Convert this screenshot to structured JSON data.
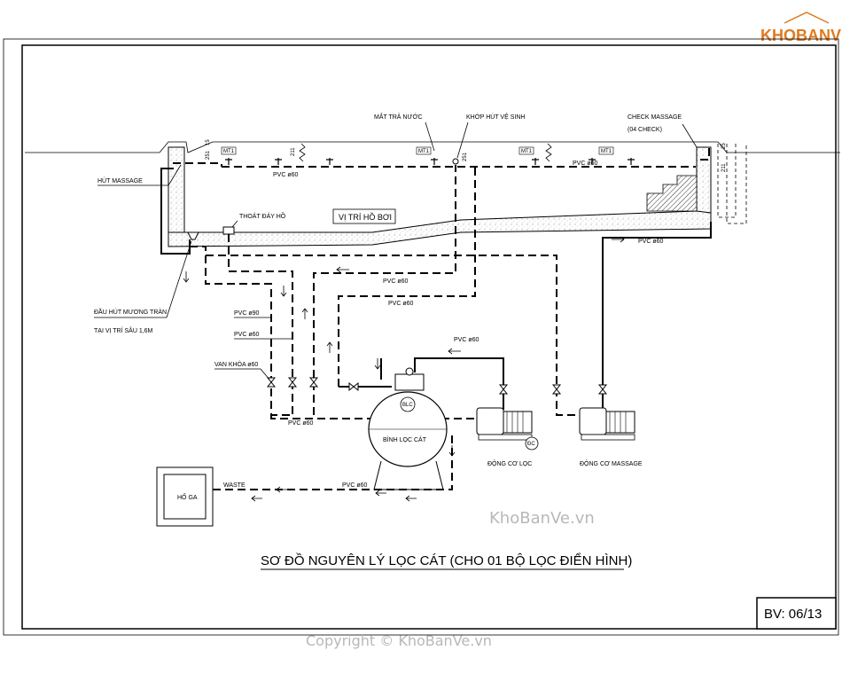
{
  "brand": {
    "logo_text": "KHOBANVE"
  },
  "title": "SƠ ĐỒ NGUYÊN LÝ LỌC CÁT (CHO 01 BỘ LỌC ĐIỂN HÌNH)",
  "sheet_no": "BV: 06/13",
  "labels": {
    "hut_massage": "HÚT MASSAGE",
    "mat_tra_nuoc": "MẮT TRẢ NƯỚC",
    "khop_hut_ve_sinh": "KHỚP HÚT VỆ SINH",
    "check_massage": "CHECK MASSAGE",
    "check_count": "(04 CHECK)",
    "thoat_day_ho": "THOÁT ĐÁY HỒ",
    "vi_tri_ho_boi": "VỊ TRÍ HỒ BƠI",
    "dau_hut_1": "ĐẦU HÚT MƯƠNG TRÀN",
    "dau_hut_2": "TẠI VỊ TRÍ SÂU 1,6M",
    "van_khoa": "VAN KHÓA ø60",
    "binh_loc_cat": "BÌNH LỌC CÁT",
    "dong_co_loc": "ĐỘNG CƠ LỌC",
    "dong_co_massage": "ĐỘNG CƠ MASSAGE",
    "ho_ga": "HỐ GA",
    "waste": "WASTE",
    "blc": "BLC",
    "dc": "ĐC"
  },
  "pipes": {
    "pvc60": "PVC ø60",
    "pvc90": "PVC ø90"
  },
  "tags": {
    "mt1": "MT1",
    "dim_251": "251",
    "dim_211": "211",
    "dim_25": "25",
    "dim_15": "15"
  },
  "watermarks": {
    "site": "KhoBanVe.vn",
    "copyright": "Copyright © KhoBanVe.vn"
  }
}
